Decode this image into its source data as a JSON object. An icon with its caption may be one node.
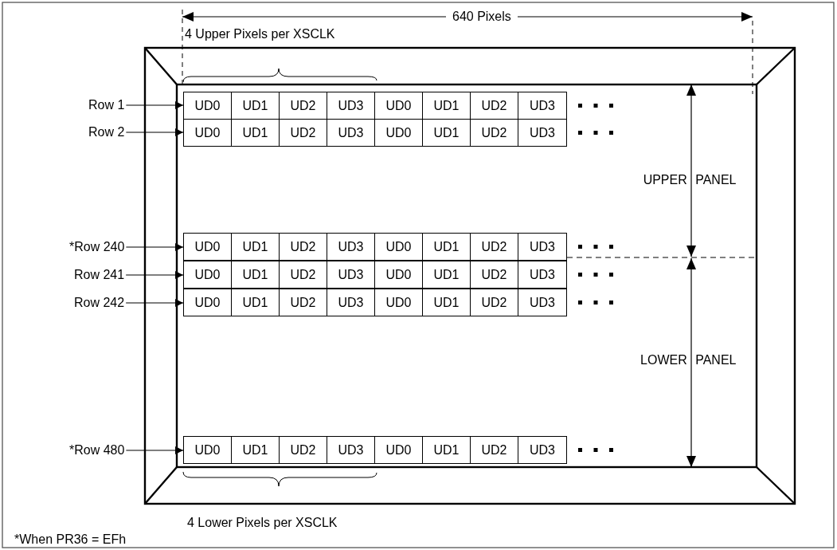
{
  "diagram": {
    "nodes": [
      {
        "text": [
          "Row 1"
        ]
      },
      {
        "text": [
          "UD0",
          "UD1",
          "UD2",
          "UD3",
          "UD0",
          "UD1",
          "UD2",
          "UD3"
        ]
      },
      {
        "text": [
          "Row 2"
        ]
      },
      {
        "text": [
          "UD0",
          "UD1",
          "UD2",
          "UD3",
          "UD0",
          "UD1",
          "UD2",
          "UD3"
        ]
      },
      {
        "text": [
          "*Row 240"
        ]
      },
      {
        "text": [
          "UD0",
          "UD1",
          "UD2",
          "UD3",
          "UD0",
          "UD1",
          "UD2",
          "UD3"
        ]
      },
      {
        "text": [
          "Row 241"
        ]
      },
      {
        "text": [
          "UD0",
          "UD1",
          "UD2",
          "UD3",
          "UD0",
          "UD1",
          "UD2",
          "UD3"
        ]
      },
      {
        "text": [
          "Row 242"
        ]
      },
      {
        "text": [
          "UD0",
          "UD1",
          "UD2",
          "UD3",
          "UD0",
          "UD1",
          "UD2",
          "UD3"
        ]
      },
      {
        "text": [
          "*Row 480"
        ]
      },
      {
        "text": [
          "UD0",
          "UD1",
          "UD2",
          "UD3",
          "UD0",
          "UD1",
          "UD2",
          "UD3"
        ]
      }
    ],
    "edges": [
      {
        "from": 0,
        "to": 1,
        "arrow": "to"
      },
      {
        "from": 2,
        "to": 3,
        "arrow": "to"
      },
      {
        "from": 4,
        "to": 5,
        "arrow": "to"
      },
      {
        "from": 6,
        "to": 7,
        "arrow": "to"
      },
      {
        "from": 8,
        "to": 9,
        "arrow": "to"
      },
      {
        "from": 10,
        "to": 11,
        "arrow": "to"
      }
    ],
    "labels": [
      "640 Pixels",
      "4 Upper Pixels per XSCLK",
      "UPPER PANEL",
      "LOWER PANEL",
      "4 Lower Pixels per XSCLK",
      "*When PR36 = EFh"
    ]
  }
}
